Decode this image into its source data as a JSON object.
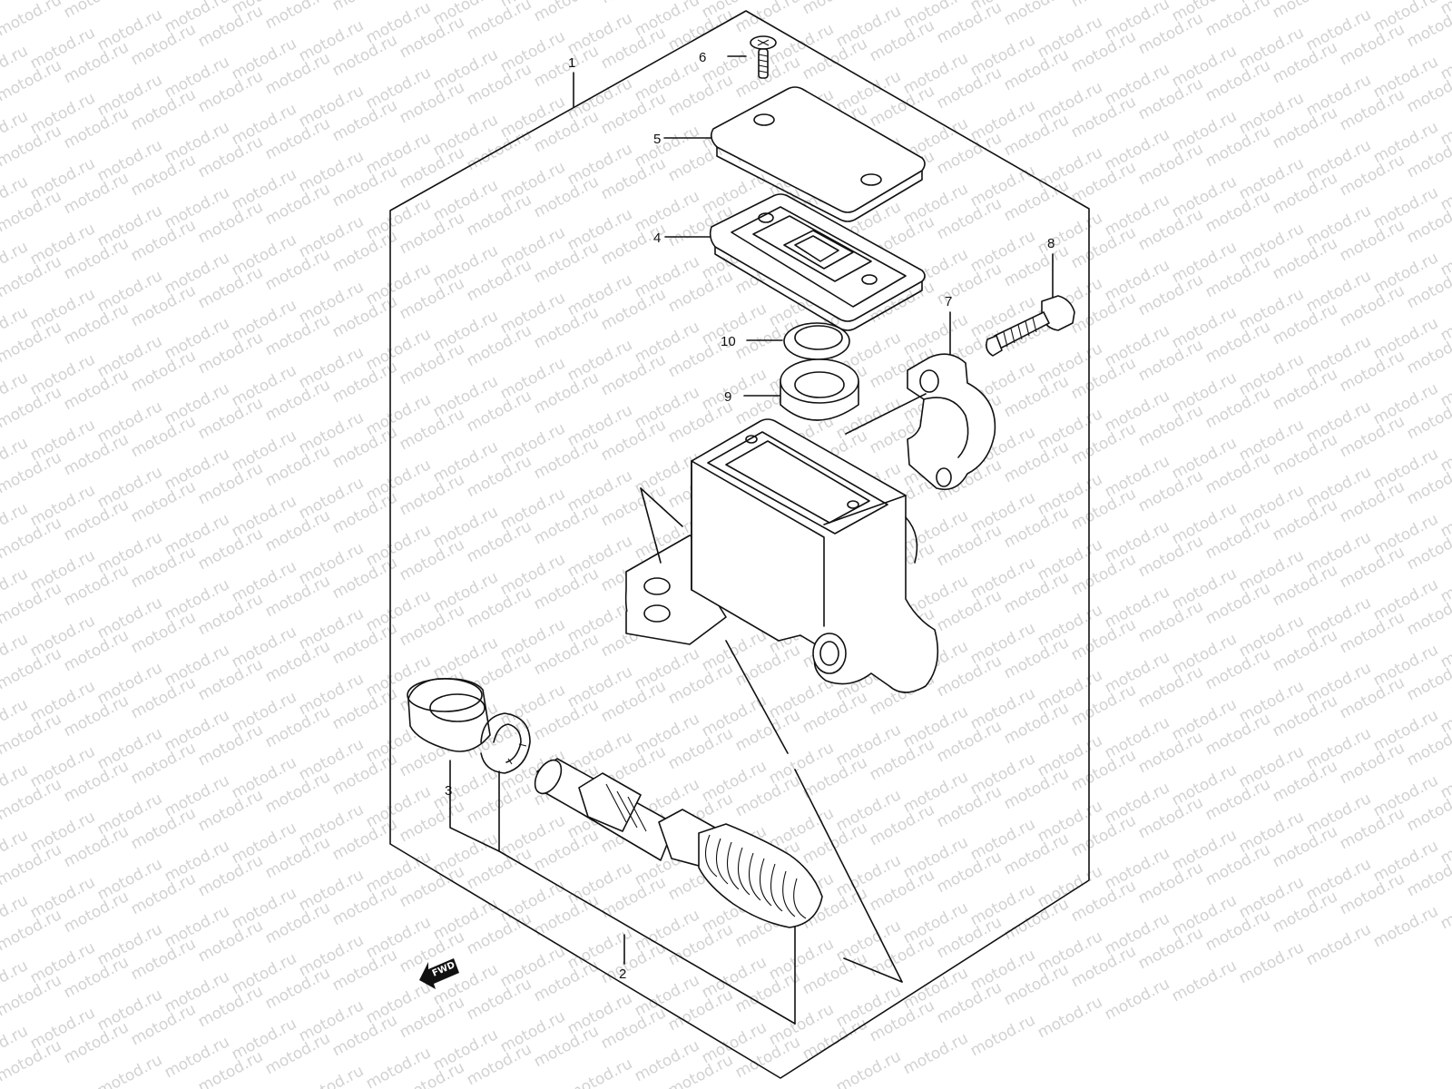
{
  "diagram": {
    "callouts": [
      {
        "id": "1",
        "label": "1"
      },
      {
        "id": "2",
        "label": "2"
      },
      {
        "id": "3",
        "label": "3"
      },
      {
        "id": "4",
        "label": "4"
      },
      {
        "id": "5",
        "label": "5"
      },
      {
        "id": "6",
        "label": "6"
      },
      {
        "id": "7",
        "label": "7"
      },
      {
        "id": "8",
        "label": "8"
      },
      {
        "id": "9",
        "label": "9"
      },
      {
        "id": "10",
        "label": "10"
      }
    ],
    "fwd_label": "FWD",
    "watermark_text": "motod.ru",
    "colors": {
      "line": "#111111",
      "watermark": "#d2d2d2",
      "background": "#ffffff"
    }
  }
}
